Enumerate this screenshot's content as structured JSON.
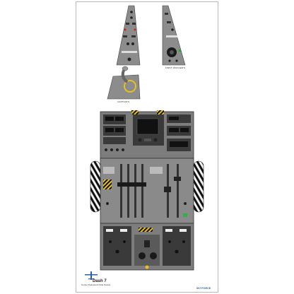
{
  "poster": {
    "labels": {
      "first_officer": "FIRST OFFICER'S",
      "captain": "CAPTAIN'S"
    },
    "footer": {
      "title": "Dash 7",
      "subtitle_line1": "Center Pedestal & Side Panels",
      "brand": "SKYFORCE"
    },
    "colors": {
      "panel_gray": "#8c8c8c",
      "panel_dark": "#4a4a4a",
      "hazard_yellow": "#e8c020",
      "brand_blue": "#2a5fa8"
    }
  }
}
